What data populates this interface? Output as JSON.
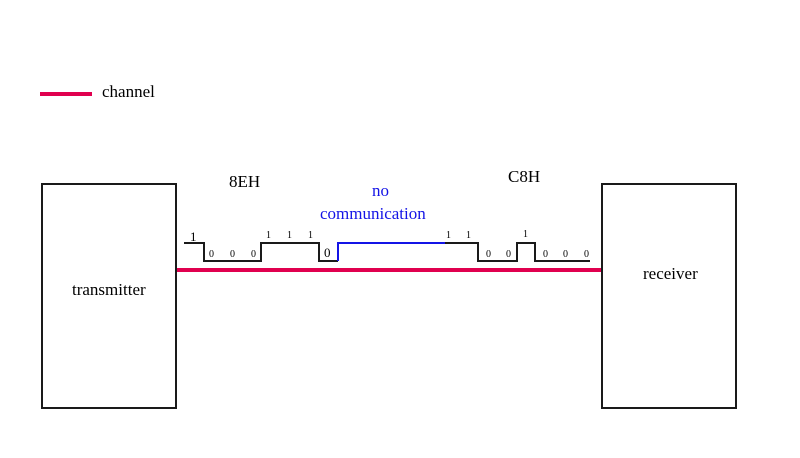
{
  "legend": {
    "label": "channel",
    "color": "#e0004f"
  },
  "nodes": {
    "transmitter": "transmitter",
    "receiver": "receiver"
  },
  "channel": {
    "color": "#e0004f"
  },
  "frames": [
    {
      "hex": "8EH",
      "bits": [
        "1",
        "0",
        "0",
        "0",
        "1",
        "1",
        "1",
        "0"
      ]
    },
    {
      "hex": "C8H",
      "bits": [
        "1",
        "1",
        "0",
        "0",
        "1",
        "0",
        "0",
        "0"
      ]
    }
  ],
  "gap": {
    "line1": "no",
    "line2": "communication",
    "color": "#1414e6"
  },
  "signal_color": "#1a1a1a"
}
